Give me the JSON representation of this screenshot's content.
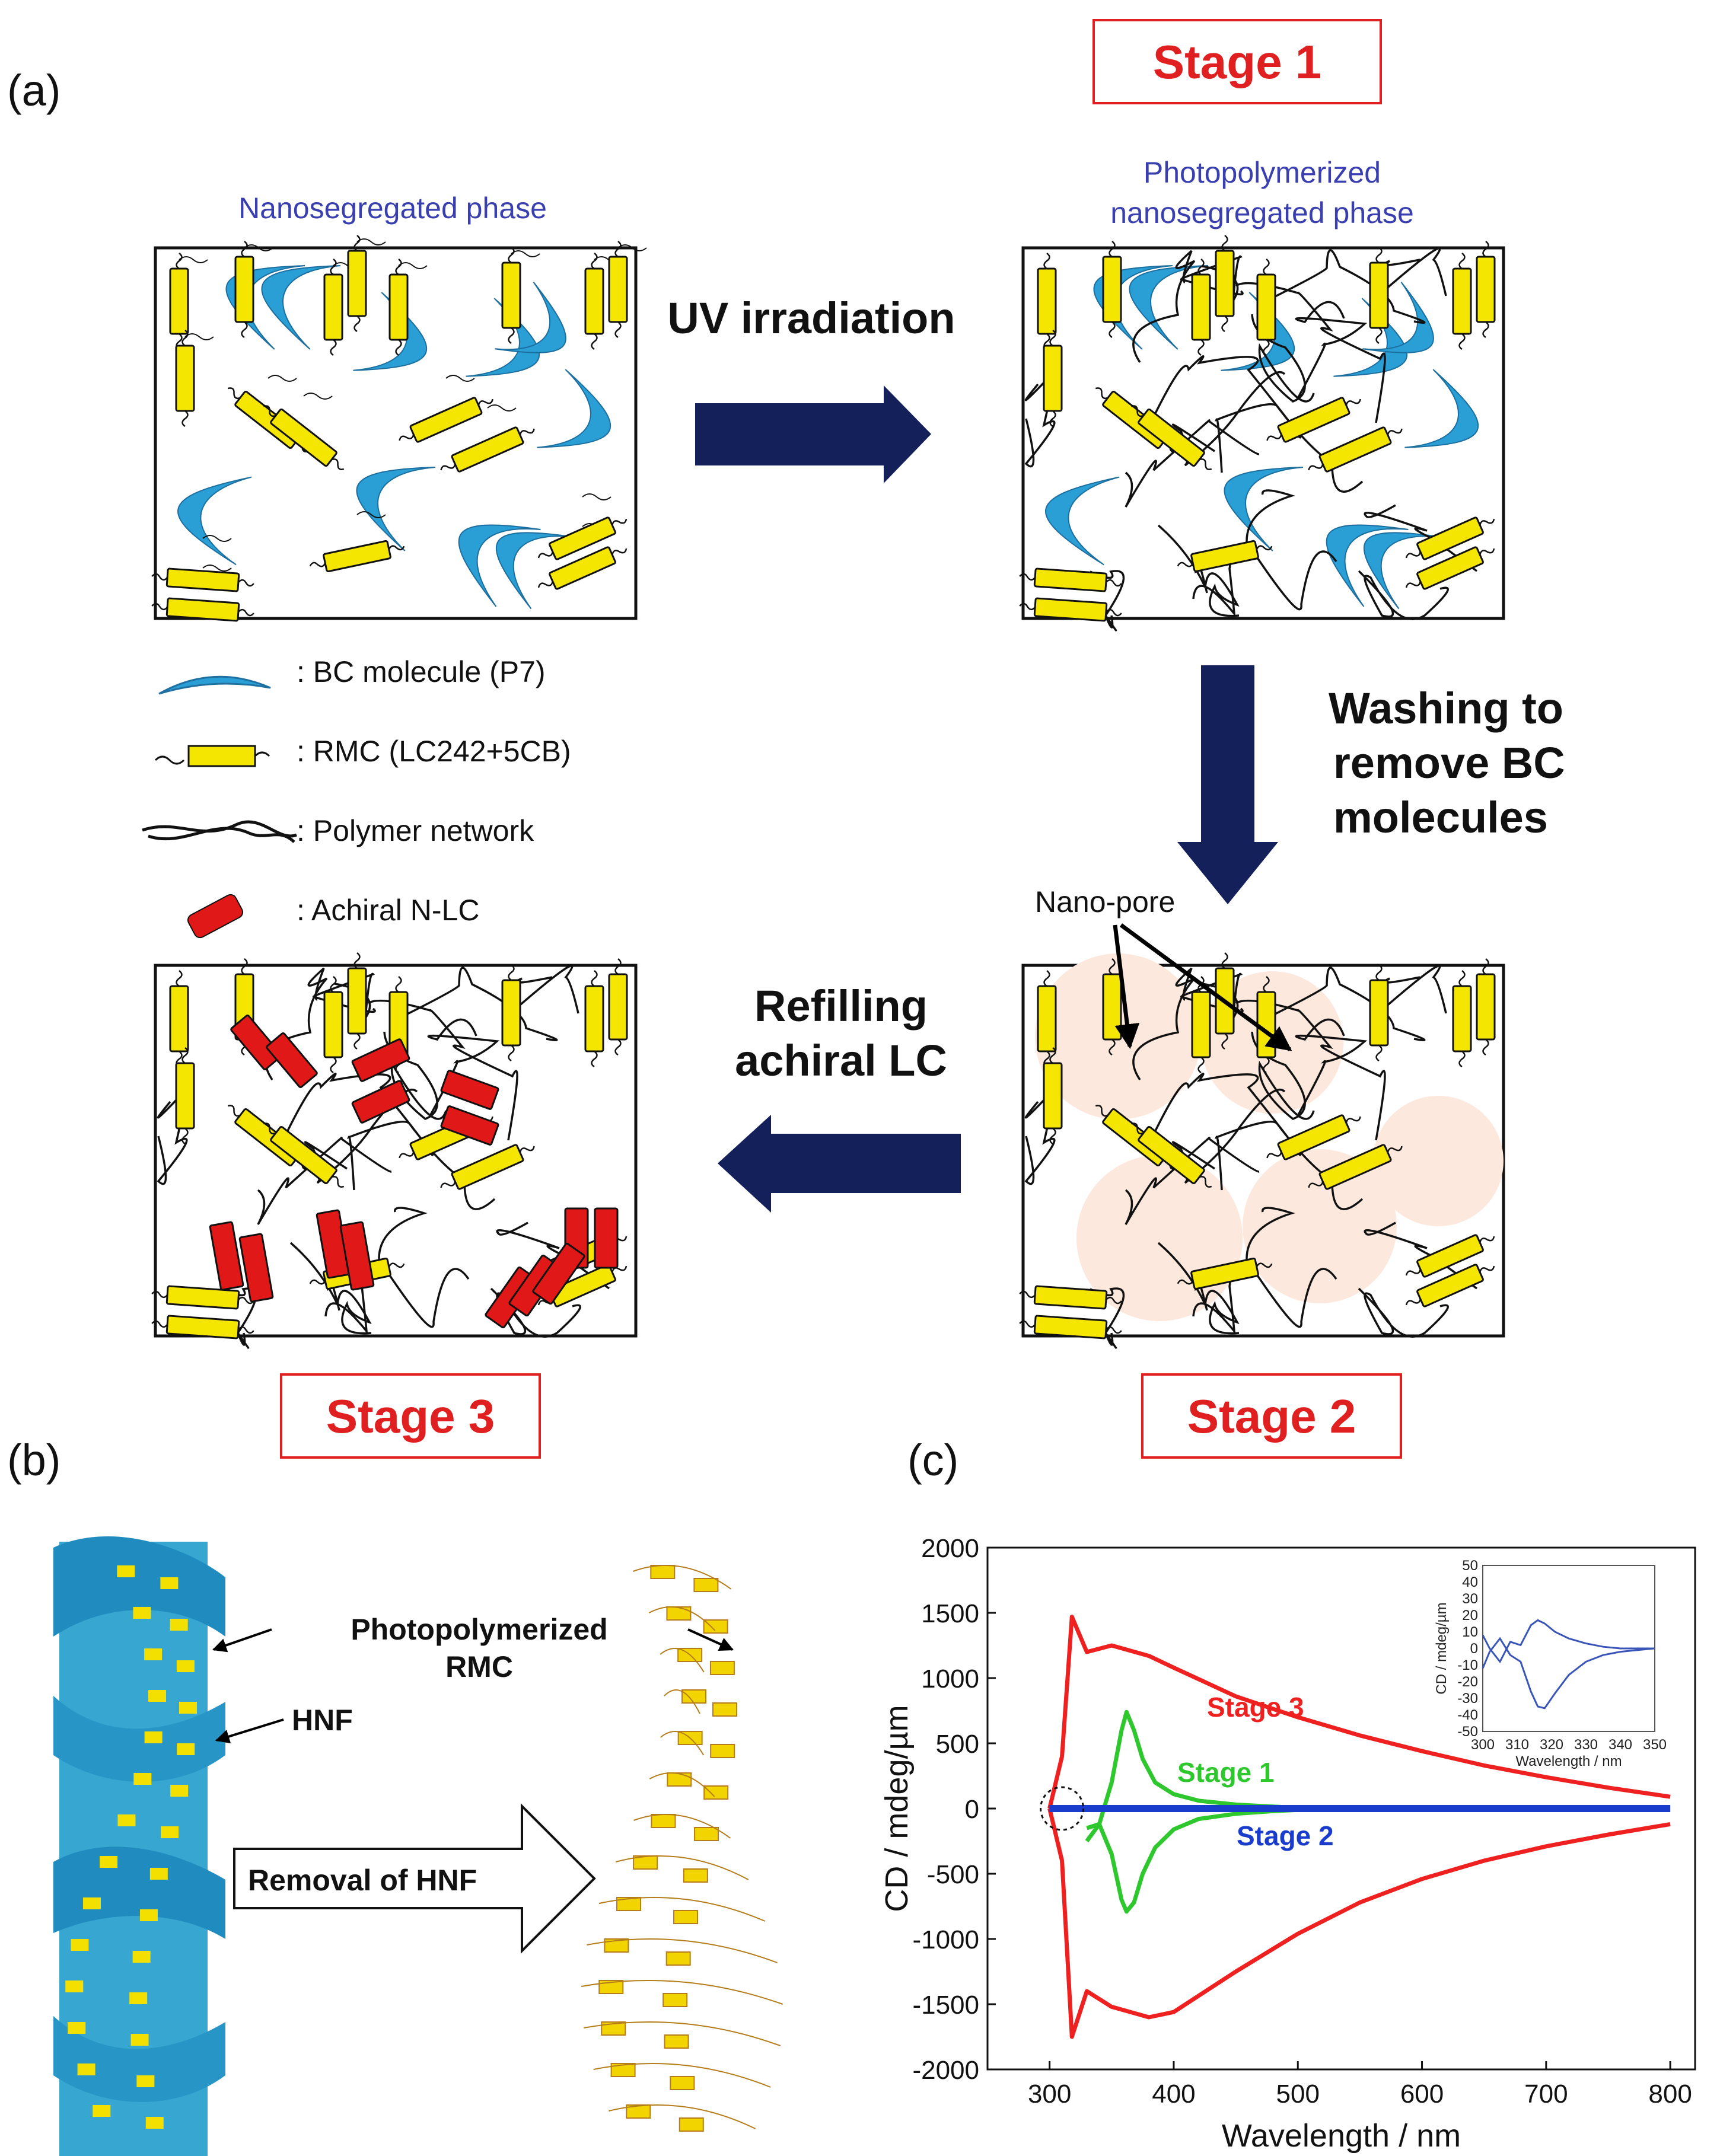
{
  "panel_a": {
    "label": "(a)",
    "stage1": "Stage 1",
    "stage2": "Stage 2",
    "stage3": "Stage 3",
    "box1_title": "Nanosegregated phase",
    "box2_title_line1": "Photopolymerized",
    "box2_title_line2": "nanosegregated phase",
    "arrow_uv": "UV irradiation",
    "arrow_wash_line1": "Washing to",
    "arrow_wash_line2": "remove BC",
    "arrow_wash_line3": "molecules",
    "arrow_refill_line1": "Refilling",
    "arrow_refill_line2": "achiral LC",
    "nanopore_label": "Nano-pore",
    "legend": {
      "bc": ": BC molecule (P7)",
      "rmc": ": RMC (LC242+5CB)",
      "polymer": ": Polymer network",
      "achiral": ": Achiral N-LC"
    },
    "colors": {
      "bc": "#2a9fd6",
      "rmc": "#f4e600",
      "achiral": "#e01818",
      "arrow": "#14205a",
      "stage": "#e02020",
      "title": "#3a3fb0",
      "pore": "#fde8dd"
    }
  },
  "panel_b": {
    "label": "(b)",
    "rmc_line1": "Photopolymerized",
    "rmc_line2": "RMC",
    "hnf": "HNF",
    "removal": "Removal of HNF"
  },
  "panel_c": {
    "label": "(c)"
  },
  "chart_data": {
    "type": "line",
    "xlabel": "Wavelength / nm",
    "ylabel": "CD / mdeg/µm",
    "xlim": [
      250,
      820
    ],
    "ylim": [
      -2000,
      2000
    ],
    "xticks": [
      300,
      400,
      500,
      600,
      700,
      800
    ],
    "yticks": [
      2000,
      1500,
      1000,
      500,
      0,
      -500,
      -1000,
      -1500,
      -2000
    ],
    "grid": false,
    "series": [
      {
        "name": "Stage 3",
        "color": "#ee2020",
        "x": [
          300,
          310,
          318,
          330,
          350,
          380,
          400,
          450,
          500,
          550,
          600,
          650,
          700,
          750,
          800
        ],
        "upper": [
          0,
          400,
          1470,
          1200,
          1250,
          1170,
          1080,
          860,
          700,
          560,
          440,
          330,
          240,
          160,
          90
        ],
        "lower": [
          0,
          -400,
          -1750,
          -1400,
          -1520,
          -1600,
          -1560,
          -1250,
          -960,
          -720,
          -540,
          -400,
          -290,
          -200,
          -120
        ]
      },
      {
        "name": "Stage 1",
        "color": "#2ec82e",
        "x": [
          330,
          340,
          350,
          358,
          362,
          368,
          375,
          385,
          400,
          420,
          450,
          480,
          500
        ],
        "upper": [
          -250,
          -120,
          200,
          600,
          740,
          600,
          380,
          200,
          110,
          60,
          30,
          15,
          5
        ],
        "lower": [
          -150,
          -120,
          -350,
          -700,
          -790,
          -720,
          -500,
          -300,
          -160,
          -80,
          -40,
          -20,
          -10
        ]
      },
      {
        "name": "Stage 2",
        "color": "#1a3ccc",
        "x": [
          300,
          800
        ],
        "upper": [
          0,
          0
        ],
        "lower": [
          0,
          0
        ]
      }
    ],
    "inset": {
      "xlabel": "Wavelength / nm",
      "ylabel": "CD / mdeg/µm",
      "xlim": [
        300,
        350
      ],
      "ylim": [
        -50,
        50
      ],
      "xticks": [
        300,
        310,
        320,
        330,
        340,
        350
      ],
      "yticks": [
        50,
        40,
        30,
        20,
        10,
        0,
        -10,
        -20,
        -30,
        -40,
        -50
      ],
      "series": [
        {
          "name": "Stage 2",
          "color": "#3a55b8",
          "x": [
            300,
            302,
            305,
            308,
            311,
            314,
            316,
            318,
            321,
            325,
            330,
            335,
            340,
            345,
            350
          ],
          "upper": [
            8,
            0,
            -8,
            4,
            2,
            14,
            17,
            15,
            10,
            6,
            3,
            1,
            0,
            0,
            0
          ],
          "lower": [
            -12,
            -2,
            6,
            -4,
            -8,
            -26,
            -35,
            -36,
            -27,
            -16,
            -8,
            -4,
            -2,
            -1,
            0
          ]
        }
      ]
    }
  }
}
